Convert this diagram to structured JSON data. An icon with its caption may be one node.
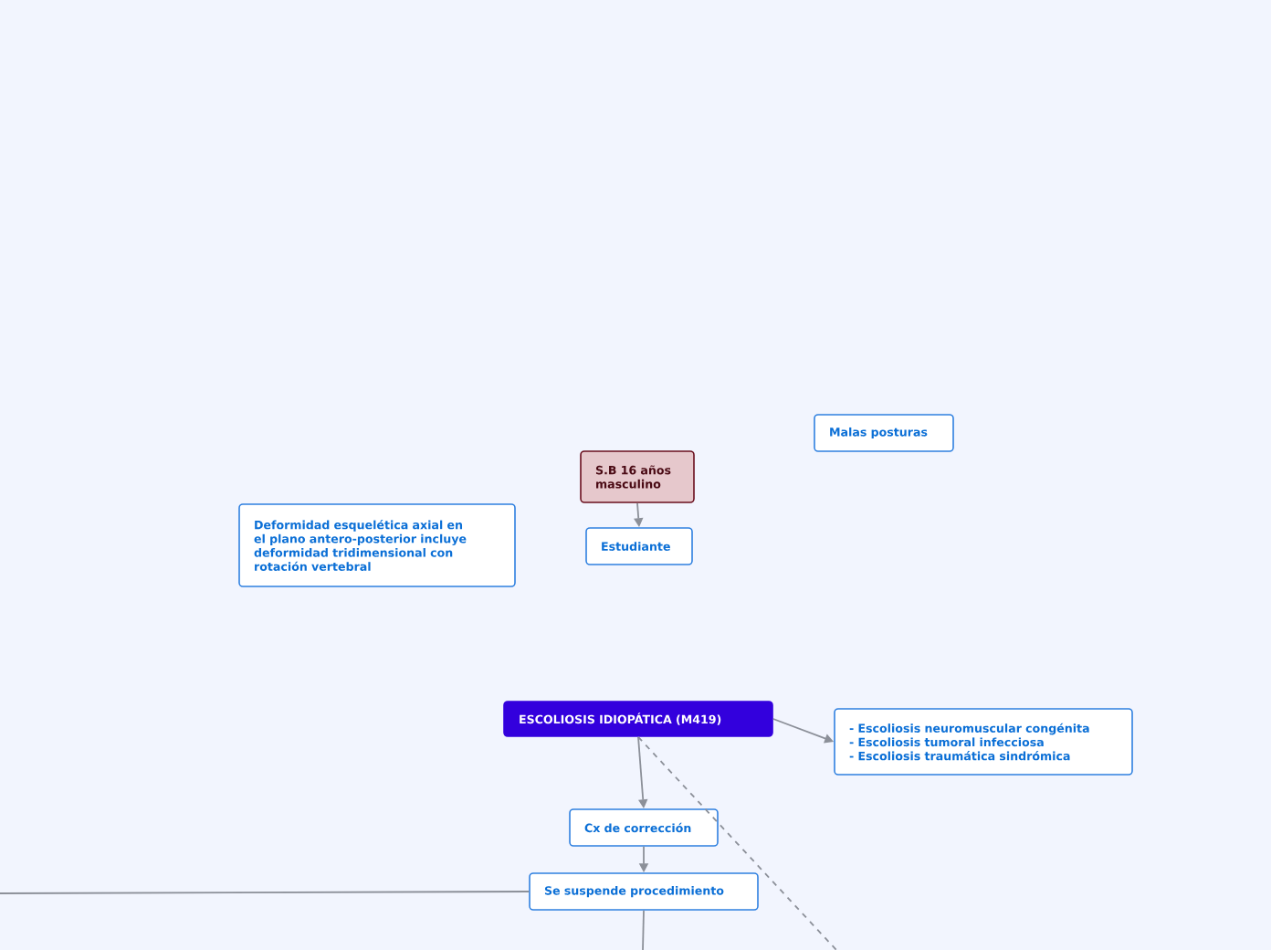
{
  "diagram": {
    "nodes": [
      {
        "text": [
          "S.B 16 años masculino"
        ]
      },
      {
        "text": [
          "Estudiante"
        ]
      },
      {
        "text": [
          "Malas posturas"
        ]
      },
      {
        "text": [
          "Deformidad esquelética axial en el plano antero-posterior incluye deformidad tridimensional con rotación vertebral"
        ]
      },
      {
        "text": [
          "ESCOLIOSIS IDIOPÁTICA (M419)"
        ]
      },
      {
        "text": [
          "- Escoliosis neuromuscular congénita",
          "- Escoliosis tumoral infecciosa",
          "- Escoliosis traumática sindrómica"
        ]
      },
      {
        "text": [
          "Cx de corrección"
        ]
      },
      {
        "text": [
          "Se suspende procedimiento"
        ]
      }
    ],
    "edges": [
      {
        "from": 0,
        "to": 1,
        "arrow": "to"
      },
      {
        "from": 4,
        "to": 5,
        "arrow": "to"
      },
      {
        "from": 4,
        "to": 6,
        "arrow": "to"
      },
      {
        "from": 6,
        "to": 7,
        "arrow": "to"
      },
      {
        "from": 7,
        "to": null,
        "arrow": "none"
      },
      {
        "from": 7,
        "to": null,
        "arrow": "none"
      },
      {
        "from": 4,
        "to": null,
        "arrow": "none",
        "style": "dashed"
      }
    ]
  }
}
